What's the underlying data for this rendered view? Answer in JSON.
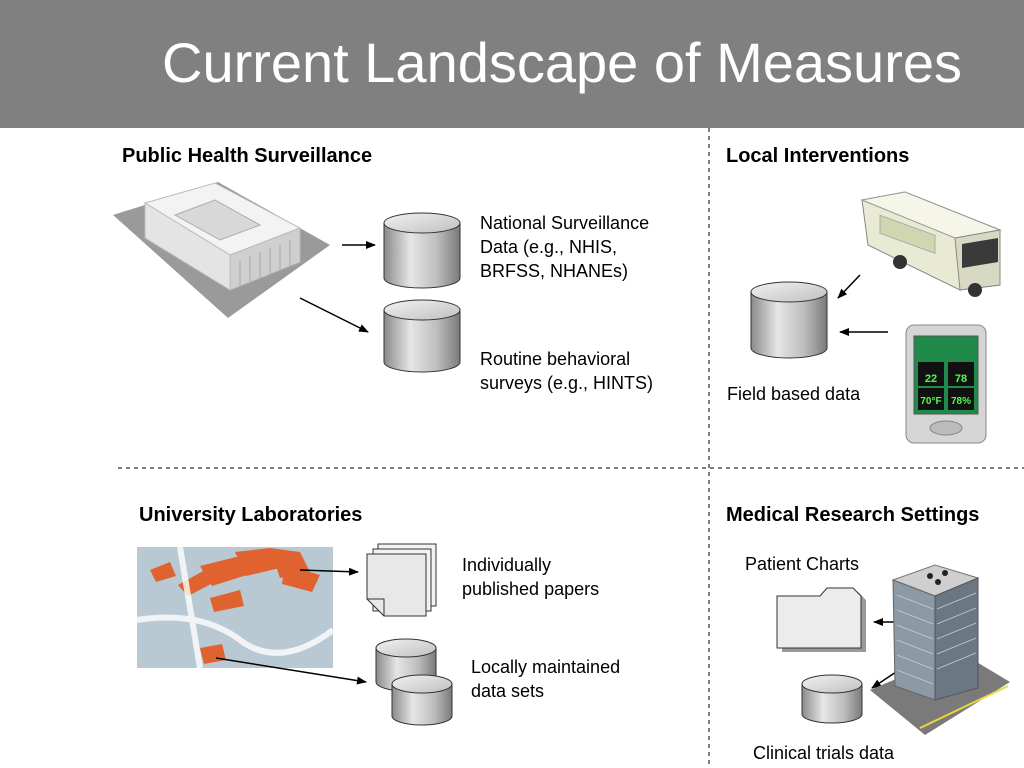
{
  "slide": {
    "title": "Current Landscape of Measures"
  },
  "sections": {
    "public_health": {
      "title": "Public Health Surveillance",
      "label1_line1": "National Surveillance",
      "label1_line2": "Data (e.g., NHIS,",
      "label1_line3": "BRFSS, NHANEs)",
      "label2_line1": "Routine behavioral",
      "label2_line2": "surveys (e.g., HINTS)"
    },
    "local": {
      "title": "Local Interventions",
      "label": "Field based data",
      "device_readings": [
        "22",
        "78",
        "70°F",
        "78%"
      ]
    },
    "university": {
      "title": "University Laboratories",
      "label1_line1": "Individually",
      "label1_line2": "published papers",
      "label2_line1": "Locally maintained",
      "label2_line2": "data sets"
    },
    "medical": {
      "title": "Medical Research Settings",
      "label1": "Patient Charts",
      "label2": "Clinical trials data"
    }
  },
  "colors": {
    "header_bg": "#808080",
    "cylinder_fill": "#c8c8c8",
    "orange_buildings": "#e0622e",
    "divider": "#555555"
  },
  "icons": [
    "government-building-icon",
    "database-cylinder-icon",
    "bus-icon",
    "handheld-device-icon",
    "campus-map-icon",
    "stacked-papers-icon",
    "folder-icon",
    "skyscraper-icon"
  ]
}
